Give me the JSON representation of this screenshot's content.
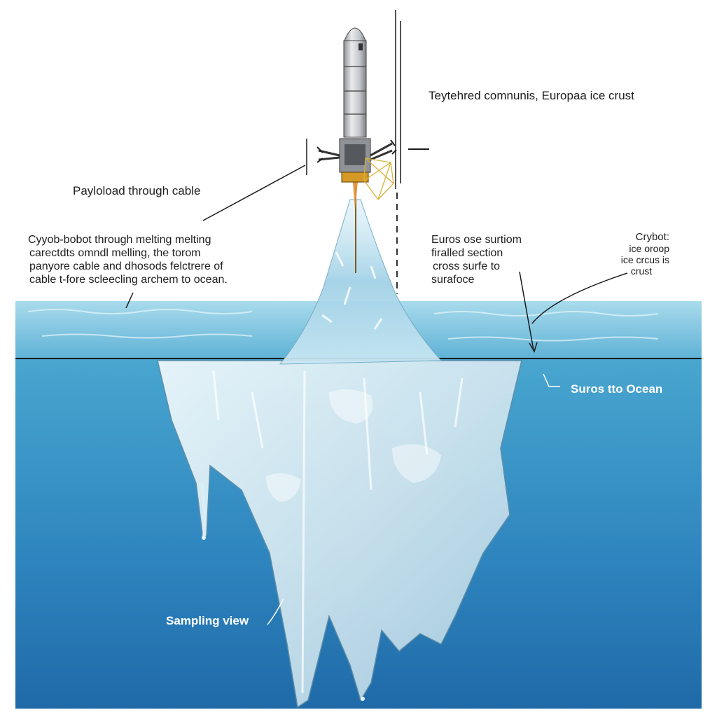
{
  "diagram": {
    "labels": {
      "tethered_title": "Teytehred comnunis,  Europaa ice crust",
      "payload_cable": "Payloload through cable",
      "cryobot_description": [
        "Cyyob-bobot through melting melting",
        "carectdts omndl melling, the torom",
        "panyore cable and dhosods felctrere of",
        "cable t-fore scleecling archem to ocean."
      ],
      "section_note": [
        "Euros ose surtiom",
        "firalled section",
        "cross surfe to",
        "surafoce"
      ],
      "cryobot_note": [
        "Crybot:",
        "ice oroop",
        "ice crcus is",
        "crust"
      ],
      "ocean_label": "Suros tto Ocean",
      "sampling_label": "Sampling view"
    },
    "colors": {
      "sky": "#ffffff",
      "ocean_surface": "#7cc4de",
      "ocean_deep": "#1f6fae",
      "ice": "#d6ecf5",
      "rocket_body": "#c9ccd0",
      "line": "#1a1a1a"
    },
    "icons": {
      "probe": "rocket-probe-icon",
      "ice": "iceberg-shape"
    }
  }
}
